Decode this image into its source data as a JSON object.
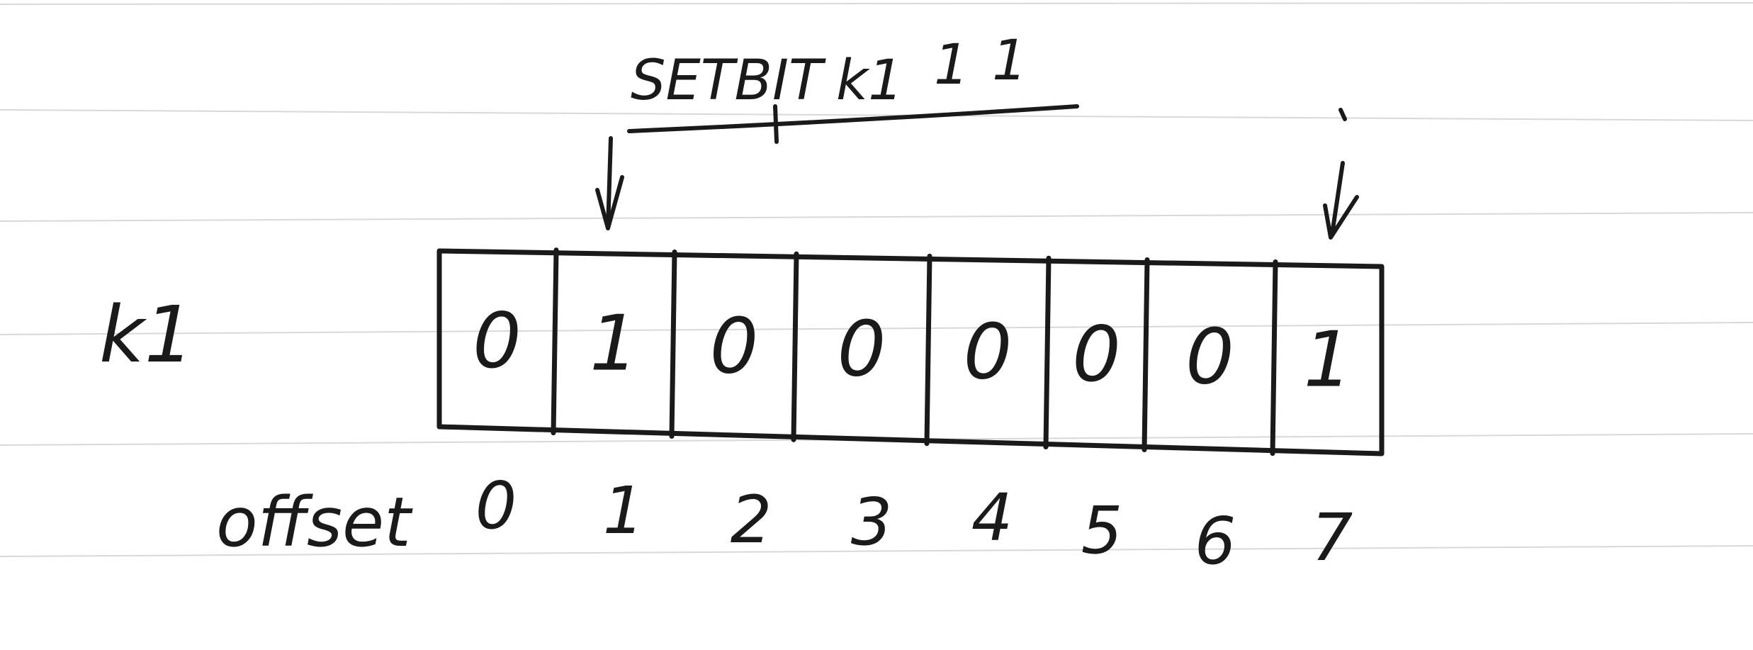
{
  "command": {
    "keyword": "SETBIT",
    "key": "k1",
    "offset_value": "1",
    "bit_value": "1"
  },
  "register": {
    "label": "k1",
    "bits": [
      "0",
      "1",
      "0",
      "0",
      "0",
      "0",
      "0",
      "1"
    ]
  },
  "offset_row": {
    "label": "offset",
    "values": [
      "0",
      "1",
      "2",
      "3",
      "4",
      "5",
      "6",
      "7"
    ]
  },
  "colors": {
    "ink": "#1a1a1a",
    "ruled_line": "#d8d8d8",
    "paper": "#ffffff"
  }
}
